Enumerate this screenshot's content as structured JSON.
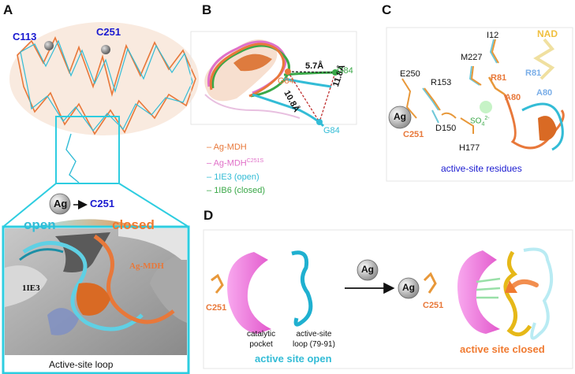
{
  "panels": {
    "A": {
      "letter": "A",
      "label_c113": "C113",
      "label_c251": "C251",
      "ag_symbol": "Ag",
      "arrow_target": "C251",
      "open_label": "open",
      "closed_label": "closed",
      "label_1ie3": "1IE3",
      "label_agmdh": "Ag-MDH",
      "caption": "Active-site loop"
    },
    "B": {
      "letter": "B",
      "dist_a": "5.7Å",
      "dist_b": "10.8Å",
      "dist_c": "11.8Å",
      "g84_orange": "G84",
      "g84_green": "G84",
      "g84_cyan": "G84",
      "legend": [
        {
          "label": "Ag-MDH",
          "color": "#e8783a"
        },
        {
          "label": "Ag-MDH",
          "sup": "C251S",
          "color": "#e070c8"
        },
        {
          "label": "1IE3 (open)",
          "color": "#33bcd6"
        },
        {
          "label": "1IB6 (closed)",
          "color": "#3aa848"
        }
      ]
    },
    "C": {
      "letter": "C",
      "residues": {
        "i12": "I12",
        "nad": "NAD",
        "m227": "M227",
        "e250": "E250",
        "r153": "R153",
        "r81_orange": "R81",
        "r81_blue": "R81",
        "a80_orange": "A80",
        "a80_blue": "A80",
        "d150": "D150",
        "so4": "SO",
        "so4_sub": "4",
        "so4_sup": "2-",
        "h177": "H177",
        "c251": "C251",
        "ag": "Ag"
      },
      "caption": "active-site residues"
    },
    "D": {
      "letter": "D",
      "c251_left": "C251",
      "catalytic_pocket_line1": "catalytic",
      "catalytic_pocket_line2": "pocket",
      "loop_line1": "active-site",
      "loop_line2": "loop (79-91)",
      "open_caption": "active site open",
      "ag_arrow": "Ag",
      "ag_bound": "Ag",
      "c251_right": "C251",
      "closed_caption": "active site closed"
    }
  },
  "colors": {
    "orange": "#e8783a",
    "cyan": "#33bcd6",
    "green": "#3aa848",
    "pink": "#e070c8",
    "blue_label": "#1a1ad0",
    "magenta_pocket": "#f07ad8",
    "gold_loop": "#e6b818"
  }
}
